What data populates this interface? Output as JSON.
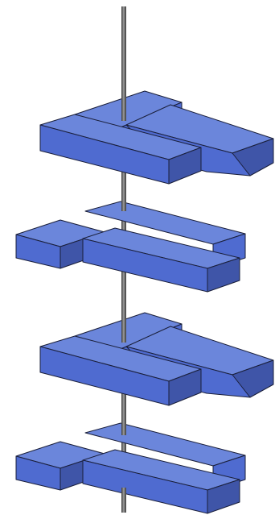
{
  "diagram": {
    "kind": "stacked-blocks-on-shaft",
    "level_count": 4,
    "colors": {
      "background": "#ffffff",
      "block_top": "#6b86db",
      "block_front": "#4f6bd0",
      "block_side": "#3f55a8",
      "block_dark_top": "#4c63b6",
      "edge": "#1a1f3a",
      "shaft_light": "#9a9a9a",
      "shaft_dark": "#3a3a3a"
    },
    "levels": [
      {
        "id": "level-1",
        "pattern": "A"
      },
      {
        "id": "level-2",
        "pattern": "B"
      },
      {
        "id": "level-3",
        "pattern": "A"
      },
      {
        "id": "level-4",
        "pattern": "B"
      }
    ]
  }
}
